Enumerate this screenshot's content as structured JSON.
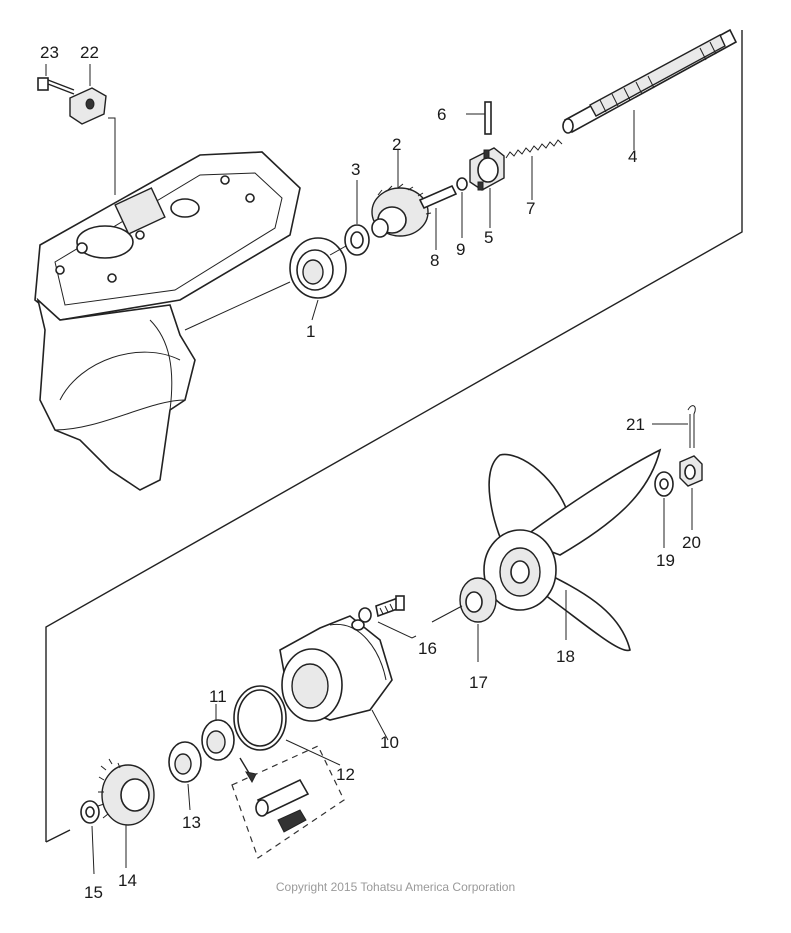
{
  "callouts": {
    "p1": "1",
    "p2": "2",
    "p3": "3",
    "p4": "4",
    "p5": "5",
    "p6": "6",
    "p7": "7",
    "p8": "8",
    "p9": "9",
    "p10": "10",
    "p11": "11",
    "p12": "12",
    "p13": "13",
    "p14": "14",
    "p15": "15",
    "p16": "16",
    "p17": "17",
    "p18": "18",
    "p19": "19",
    "p20": "20",
    "p21": "21",
    "p22": "22",
    "p23": "23"
  },
  "footer": {
    "copyright": "Copyright 2015 Tohatsu America Corporation"
  }
}
